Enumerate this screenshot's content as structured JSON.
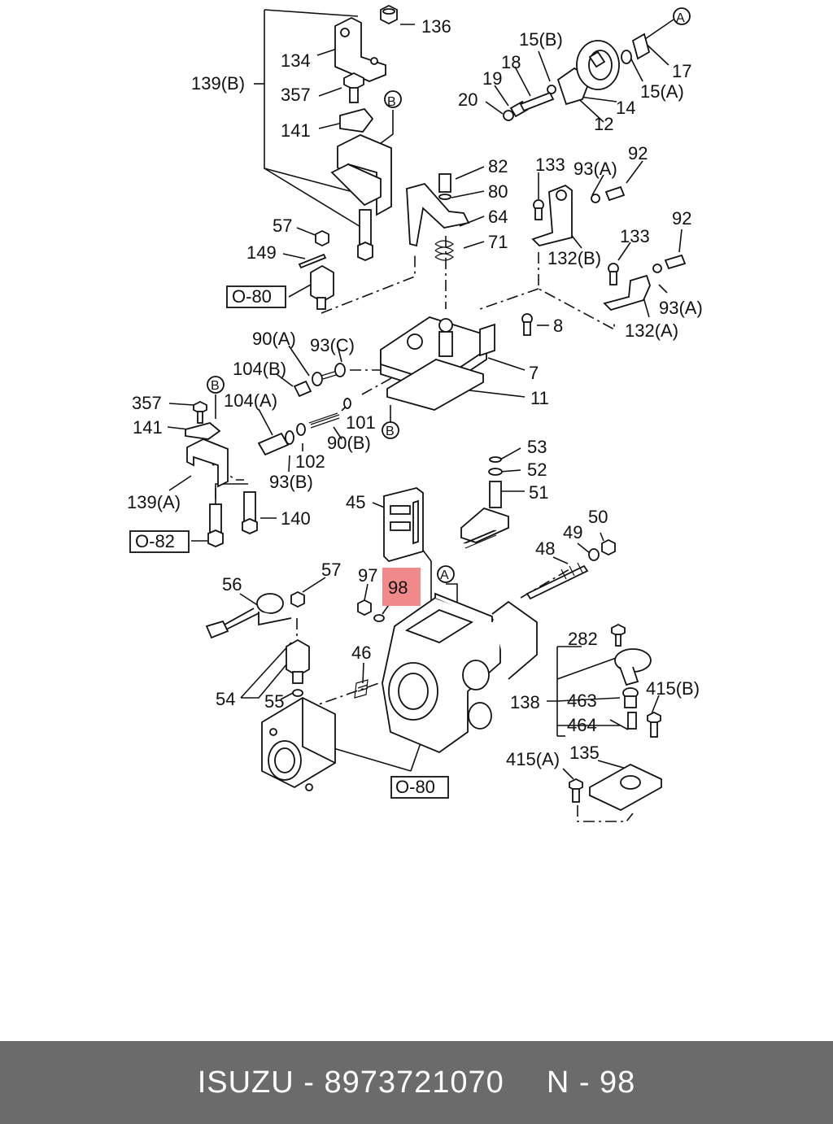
{
  "diagram": {
    "highlight": {
      "label": "98",
      "color": "#f08a8a"
    },
    "part_labels": [
      "136",
      "134",
      "139(B)",
      "357",
      "141",
      "B",
      "15(B)",
      "A",
      "17",
      "18",
      "19",
      "20",
      "15(A)",
      "14",
      "12",
      "82",
      "80",
      "64",
      "71",
      "133",
      "93(A)",
      "92",
      "132(B)",
      "133",
      "92",
      "93(A)",
      "132(A)",
      "57",
      "149",
      "O-80",
      "8",
      "7",
      "90(A)",
      "93(C)",
      "104(B)",
      "11",
      "357",
      "B",
      "104(A)",
      "141",
      "101",
      "B",
      "90(B)",
      "102",
      "93(B)",
      "139(A)",
      "53",
      "52",
      "51",
      "45",
      "140",
      "O-82",
      "50",
      "49",
      "48",
      "56",
      "57",
      "97",
      "A",
      "46",
      "282",
      "54",
      "55",
      "138",
      "463",
      "415(B)",
      "464",
      "415(A)",
      "135",
      "O-80"
    ]
  },
  "footer": {
    "brand_part": "ISUZU - 8973721070",
    "position": "N - 98",
    "background": "#6b6b6b"
  }
}
